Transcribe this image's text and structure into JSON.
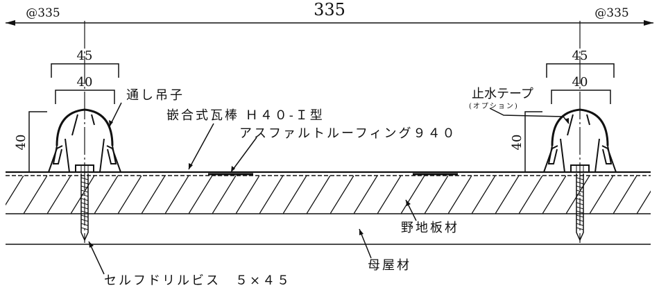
{
  "dimensions": {
    "pitch_left": "@335",
    "pitch_right": "@335",
    "span": "335",
    "outer_width_left": "45",
    "inner_width_left": "40",
    "outer_width_right": "45",
    "inner_width_right": "40",
    "height_left": "40",
    "height_right": "40"
  },
  "labels": {
    "clip": "通し吊子",
    "batten": "嵌合式瓦棒 Ｈ４０-Ｉ型",
    "roofing": "アスファルトルーフィング９４０",
    "sealing_tape": "止水テープ",
    "sealing_tape_note": "(オプション)",
    "sheathing": "野地板材",
    "purlin": "母屋材",
    "screw": "セルフドリルビス　５×４５"
  },
  "colors": {
    "line": "#111111",
    "background": "#ffffff"
  }
}
